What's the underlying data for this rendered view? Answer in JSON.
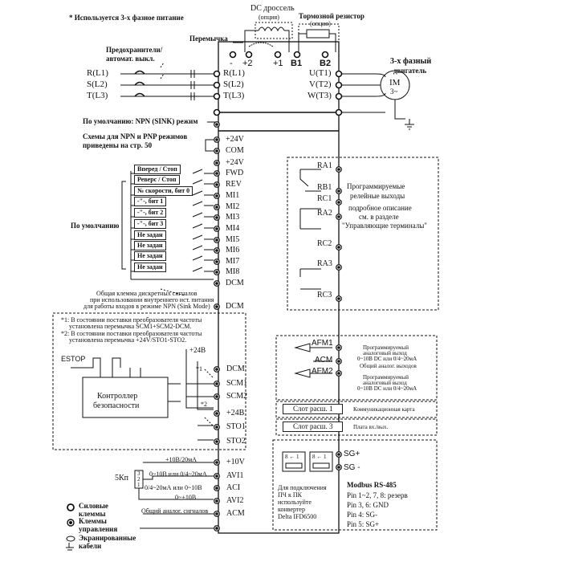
{
  "header": {
    "note_three_phase": "* Используется 3-х фазное питание",
    "dc_choke": "DC дроссель",
    "dc_choke_option": "(опция)",
    "brake_resistor": "Тормозной резистор",
    "brake_resistor_option": "(опция)",
    "jumper": "Перемычка",
    "fuses_line1": "Предохранители/",
    "fuses_line2": "автомат. выкл.",
    "motor_line1": "3-х фазный",
    "motor_line2": "двигатель",
    "motor_symbol": "IM",
    "motor_phase": "3~"
  },
  "dc_bus": {
    "minus": "-",
    "plus2": "+2",
    "plus1": "+1",
    "b1": "B1",
    "b2": "B2"
  },
  "power_inputs": {
    "left": [
      "R(L1)",
      "S(L2)",
      "T(L3)"
    ],
    "right": [
      "R(L1)",
      "S(L2)",
      "T(L3)"
    ]
  },
  "motor_outputs": [
    "U(T1)",
    "V(T2)",
    "W(T3)"
  ],
  "default_mode": "По умолчанию: NPN (SINK) режим",
  "npn_pnp_note_line1": "Схемы для NPN и PNP режимов",
  "npn_pnp_note_line2": "приведены на стр. 50",
  "digital_terminals": [
    "+24V",
    "COM",
    "+24V",
    "FWD",
    "REV",
    "MI1",
    "MI2",
    "MI3",
    "MI4",
    "MI5",
    "MI6",
    "MI7",
    "MI8",
    "DCM",
    "DCM"
  ],
  "digital_functions": [
    "Вперед / Стоп",
    "Реверс / Стоп",
    "№ скорости, бит 0",
    "-\"-, бит 1",
    "-\"-, бит 2",
    "-\"-, бит 3",
    "Не задан",
    "Не задан",
    "Не задан",
    "Не задан"
  ],
  "default_label": "По умолчанию",
  "common_terminal_note": [
    "Общая клемма дискретных сигналов",
    "при использовании внутреннего ист. питания",
    "для работы входов в режиме NPN (Sink Mode)"
  ],
  "relays": {
    "terminals": [
      "RA1",
      "RB1",
      "RC1",
      "RA2",
      "RC2",
      "RA3",
      "RC3"
    ],
    "desc_line1": "Программируемые",
    "desc_line2": "релейные выходы",
    "desc_line3": "подробное описание",
    "desc_line4": "см. в разделе",
    "desc_line5": "\"Управляющие терминалы\""
  },
  "safety": {
    "note1_line1": "*1: В состоянии поставки преобразователя частоты",
    "note1_line2": "установлена перемычка SCM1+SCM2-DCM.",
    "note2_line1": "*2: В состоянии поставки преобразователя частоты",
    "note2_line2": "установлена перемычка +24V/STO1-STO2.",
    "estop": "ESTOP",
    "v24": "+24В",
    "mark1": "*1",
    "mark2": "*2",
    "controller_line1": "Контроллер",
    "controller_line2": "безопасности",
    "terminals": [
      "DCM",
      "SCM1",
      "SCM2",
      "+24B",
      "STO1",
      "STO2"
    ]
  },
  "analog_out": {
    "afm1": "AFM1",
    "acm": "ACM",
    "afm2": "AFM2",
    "afm1_desc_line1": "Программируемый",
    "afm1_desc_line2": "аналоговый выход",
    "afm1_desc_line3": "0~10В DC или 0/4~20мA",
    "acm_desc_line1": "Общий аналог. выходов",
    "afm2_desc_line1": "Программируемый",
    "afm2_desc_line2": "аналоговый выход",
    "afm2_desc_line3": "0~10В DC или 0/4~20мA"
  },
  "slots": {
    "slot1": "Слот расш. 1",
    "slot1_desc": "Коммуникационная карта",
    "slot3": "Слот расш. 3",
    "slot3_desc": "Плата вх./вых."
  },
  "modbus": {
    "port_label": "8 ← 1",
    "sg_plus": "SG+",
    "sg_minus": "SG -",
    "title": "Modbus RS-485",
    "pins": [
      "Pin 1~2, 7, 8: резерв",
      "Pin 3, 6: GND",
      "Pin 4: SG-",
      "Pin 5: SG+"
    ],
    "connect_note": [
      "Для подключения",
      "ПЧ к ПК",
      "используйте",
      "конвертер",
      "Delta IFD6500"
    ]
  },
  "analog_in": {
    "pot": "5Кп",
    "pot_pins": [
      "3",
      "2",
      "1"
    ],
    "terminals": [
      "+10V",
      "AVI1",
      "ACI",
      "AVI2",
      "ACM"
    ],
    "labels": [
      "+10В/20мА",
      "0~10В или 0/4~20мА",
      "0/4~20мА или 0~10В",
      "0~+10В",
      "Общий аналог. сигналов"
    ]
  },
  "legend": {
    "power": [
      "Силовые",
      "клеммы"
    ],
    "control": [
      "Клеммы",
      "управления"
    ],
    "shield": [
      "Экранированные",
      "кабели"
    ]
  }
}
